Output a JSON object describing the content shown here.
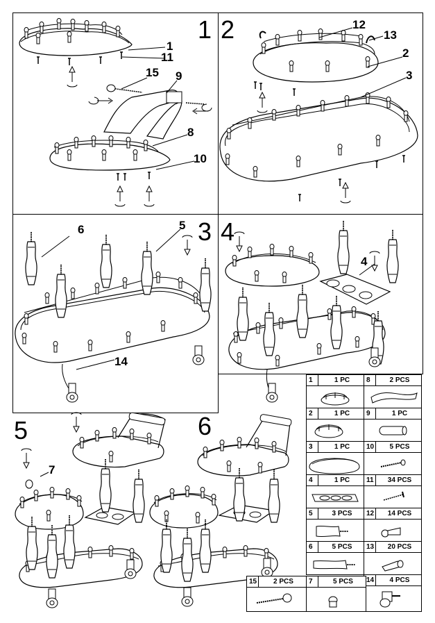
{
  "steps": [
    "1",
    "2",
    "3",
    "4",
    "5",
    "6"
  ],
  "callouts": {
    "s1": [
      "1",
      "11",
      "15",
      "9",
      "8",
      "10"
    ],
    "s2": [
      "12",
      "13",
      "2",
      "3"
    ],
    "s3": [
      "6",
      "5",
      "14"
    ],
    "s4": [
      "4"
    ],
    "s5": [
      "7"
    ]
  },
  "parts": [
    {
      "num": "1",
      "qty": "1 PC"
    },
    {
      "num": "8",
      "qty": "2 PCS"
    },
    {
      "num": "2",
      "qty": "1 PC"
    },
    {
      "num": "9",
      "qty": "1 PC"
    },
    {
      "num": "3",
      "qty": "1 PC"
    },
    {
      "num": "10",
      "qty": "5 PCS"
    },
    {
      "num": "4",
      "qty": "1 PC"
    },
    {
      "num": "11",
      "qty": "34 PCS"
    },
    {
      "num": "5",
      "qty": "3 PCS"
    },
    {
      "num": "12",
      "qty": "14 PCS"
    },
    {
      "num": "6",
      "qty": "5 PCS"
    },
    {
      "num": "13",
      "qty": "20 PCS"
    },
    {
      "num": "15",
      "qty": "2 PCS"
    },
    {
      "num": "7",
      "qty": "5 PCS"
    },
    {
      "num": "14",
      "qty": "4 PCS"
    }
  ]
}
